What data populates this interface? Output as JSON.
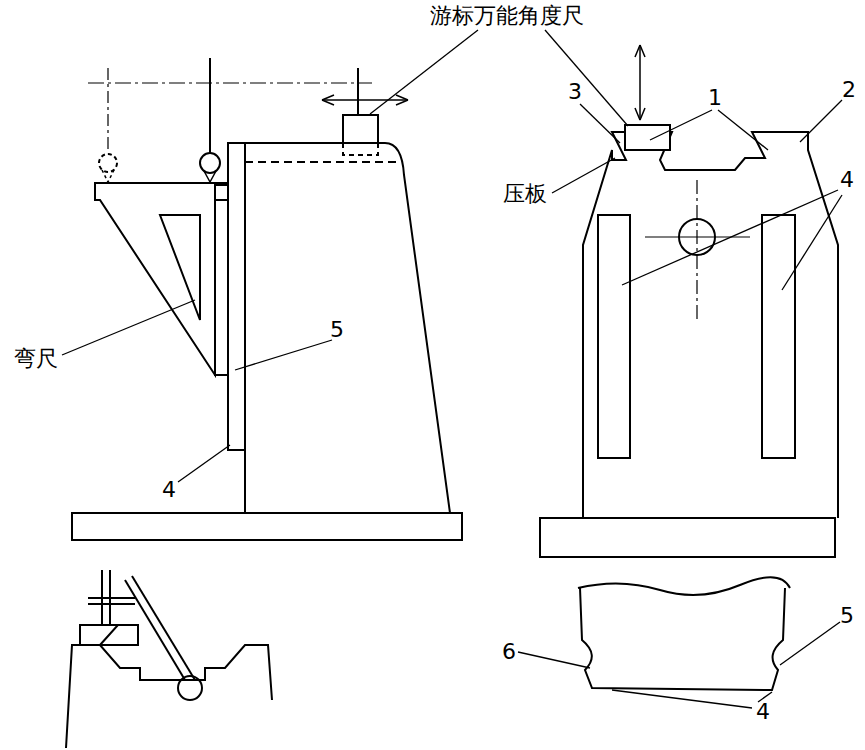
{
  "diagram": {
    "labels": [
      "游标万能角度尺",
      "3",
      "1",
      "2",
      "压板",
      "4",
      "弯尺",
      "5",
      "4",
      "6",
      "5",
      "4"
    ]
  }
}
